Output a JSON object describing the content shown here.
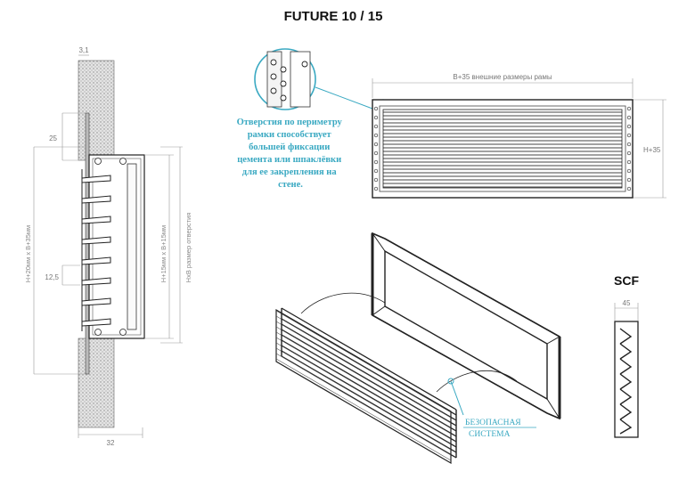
{
  "header": {
    "title": "FUTURE 10 / 15"
  },
  "section_view": {
    "dims": {
      "top": "3,1",
      "upper": "25",
      "pitch": "12,5",
      "bottom": "32",
      "outer_height": "H+20мм x B+35мм",
      "inner_height": "H+15мм x B+15мм",
      "opening": "HxB размер отверстия"
    }
  },
  "callout": {
    "note_lines": [
      "Отверстия по периметру",
      "рамки способствует",
      "большей фиксации",
      "цемента или шпаклёвки",
      "для ее закрепления на",
      "стене."
    ]
  },
  "front_view": {
    "width_label": "B+35  внешние размеры рамы",
    "height_label": "H+35"
  },
  "iso_view": {
    "safety_lines": [
      "БЕЗОПАСНАЯ",
      "СИСТЕМА"
    ]
  },
  "scf": {
    "title": "SCF",
    "width": "45"
  },
  "colors": {
    "accent": "#3aa9c2",
    "line": "#222222",
    "wall": "#d9d9d9"
  }
}
